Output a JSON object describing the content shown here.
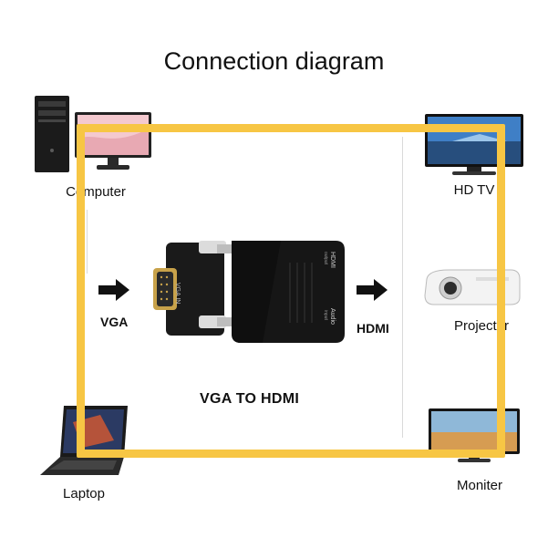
{
  "title": "Connection diagram",
  "devices": {
    "computer": "Computer",
    "laptop": "Laptop",
    "hdtv": "HD TV",
    "projector": "Projector",
    "monitor": "Moniter"
  },
  "flow": {
    "input_label": "VGA",
    "output_label": "HDMI",
    "caption": "VGA TO HDMI"
  },
  "adapter": {
    "port_in": "VGA IN",
    "port_hdmi": "HDMI",
    "port_hdmi_sub": "output",
    "port_audio": "Audio",
    "port_audio_sub": "input"
  },
  "colors": {
    "frame": "#f7c644",
    "adapter_body": "#141414",
    "vga_connector": "#c8a24a"
  }
}
